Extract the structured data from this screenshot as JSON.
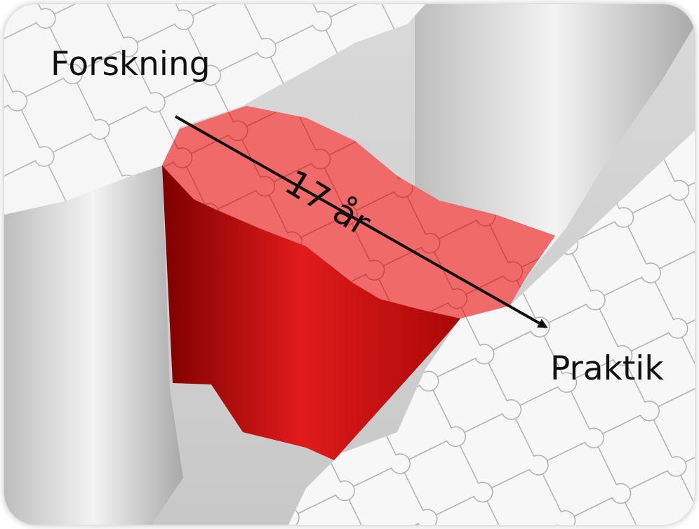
{
  "labels": {
    "research": "Forskning",
    "practice": "Praktik",
    "gap_duration": "17 år"
  },
  "colors": {
    "puzzle_white": "#f7f7f7",
    "puzzle_red": "#f06a6a",
    "column_red": "#c51010",
    "arrow": "#111111"
  }
}
